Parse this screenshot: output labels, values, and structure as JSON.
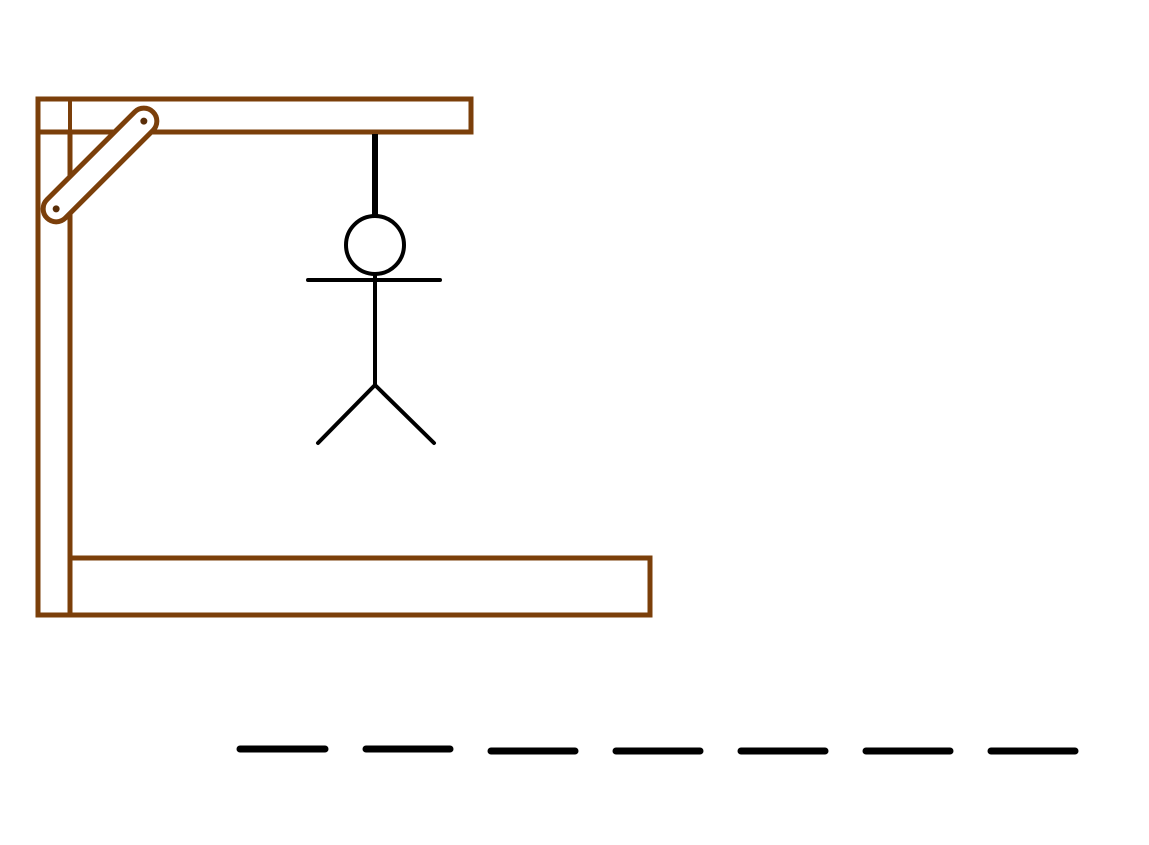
{
  "game": {
    "type": "hangman",
    "word_length": 7,
    "revealed_letters": [
      "",
      "",
      "",
      "",
      "",
      "",
      ""
    ],
    "body_parts_shown": [
      "head",
      "arms",
      "torso",
      "left-leg",
      "right-leg"
    ]
  },
  "colors": {
    "background": "#ffffff",
    "gallows_stroke": "#7b3f0a",
    "gallows_fill": "#ffffff",
    "figure": "#000000",
    "blanks": "#000000",
    "bolt": "#5a2e08"
  },
  "icons": {
    "gallows": "gallows-icon",
    "figure": "stick-figure-icon"
  }
}
